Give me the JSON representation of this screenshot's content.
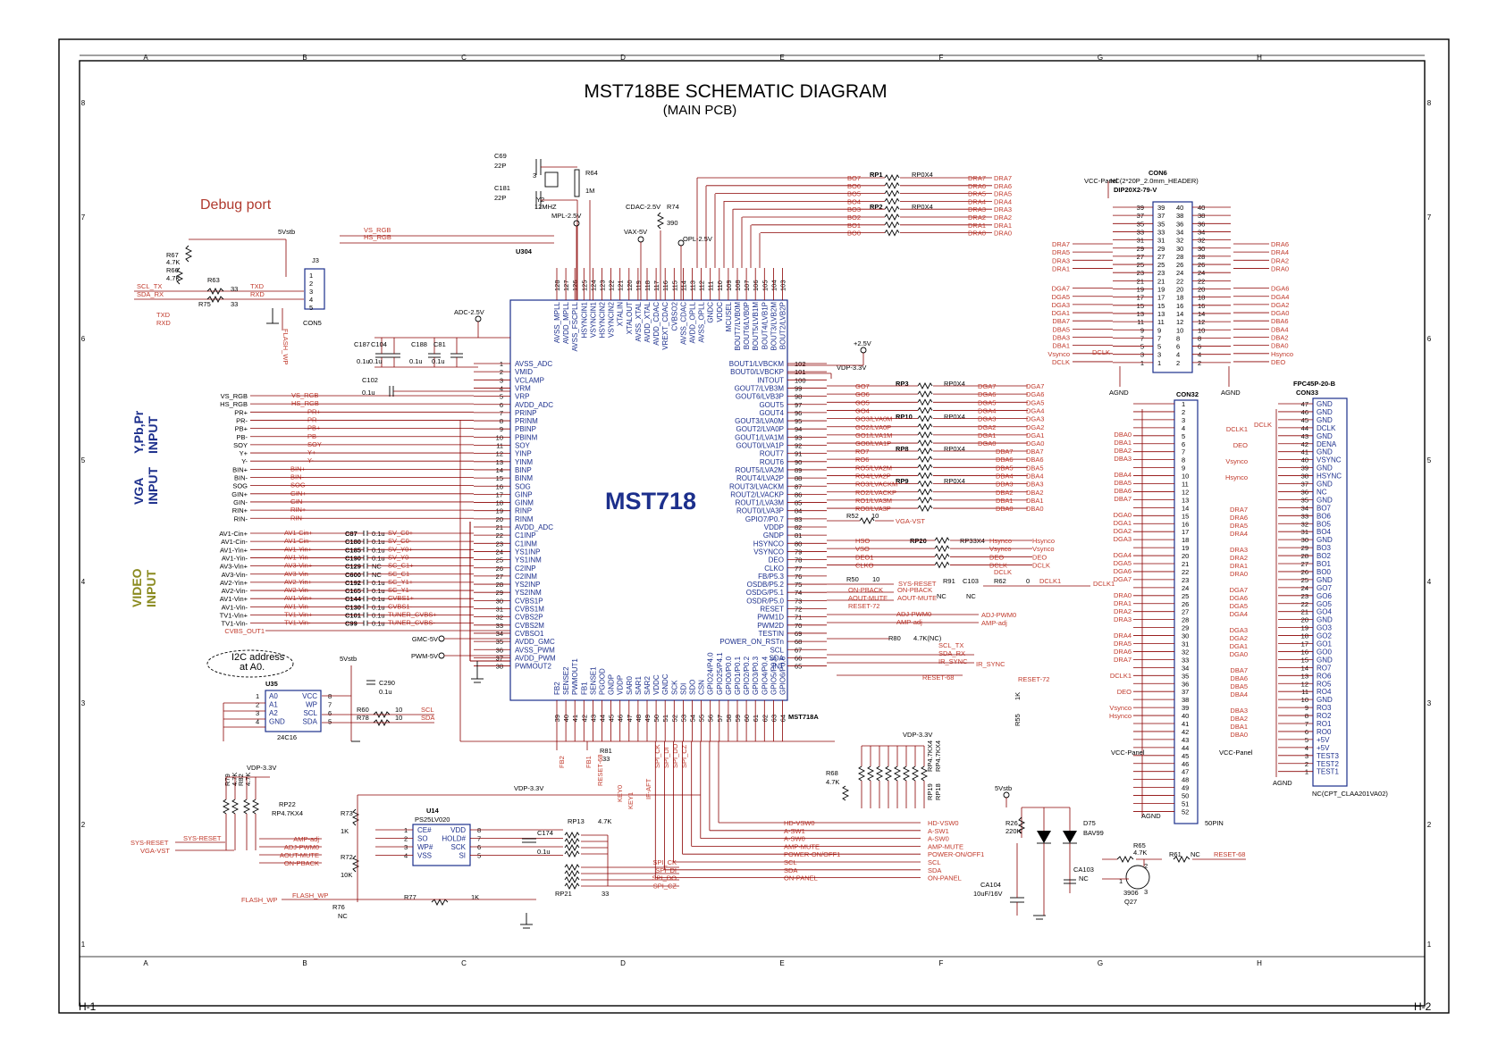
{
  "title": "MST718BE SCHEMATIC DIAGRAM",
  "subtitle": "(MAIN PCB)",
  "debug_port_label": "Debug port",
  "i2c_note": [
    "I2C address",
    "at A0."
  ],
  "section_labels": {
    "vga": [
      "VGA",
      "INPUT"
    ],
    "ypbpr": [
      "Y,Pb,Pr",
      "INPUT"
    ],
    "video": [
      "VIDEO",
      "INPUT"
    ]
  },
  "grid": {
    "columns": [
      "A",
      "B",
      "C",
      "D",
      "E",
      "F",
      "G",
      "H"
    ],
    "rows": [
      "8",
      "7",
      "6",
      "5",
      "4",
      "3",
      "2",
      "1"
    ],
    "corner_left": "H-1",
    "corner_right": "H-2"
  },
  "main_ic": {
    "name": "MST718",
    "ref": "U304",
    "part": "MST718A",
    "left_pins": [
      {
        "num": "1",
        "name": "AVSS_ADC"
      },
      {
        "num": "2",
        "name": "VMID"
      },
      {
        "num": "3",
        "name": "VCLAMP"
      },
      {
        "num": "4",
        "name": "VRM"
      },
      {
        "num": "5",
        "name": "VRP"
      },
      {
        "num": "6",
        "name": "AVDD_ADC"
      },
      {
        "num": "7",
        "name": "PRINP"
      },
      {
        "num": "8",
        "name": "PRINM"
      },
      {
        "num": "9",
        "name": "PBINP"
      },
      {
        "num": "10",
        "name": "PBINM"
      },
      {
        "num": "11",
        "name": "SOY"
      },
      {
        "num": "12",
        "name": "YINP"
      },
      {
        "num": "13",
        "name": "YINM"
      },
      {
        "num": "14",
        "name": "BINP"
      },
      {
        "num": "15",
        "name": "BINM"
      },
      {
        "num": "16",
        "name": "SOG"
      },
      {
        "num": "17",
        "name": "GINP"
      },
      {
        "num": "18",
        "name": "GINM"
      },
      {
        "num": "19",
        "name": "RINP"
      },
      {
        "num": "20",
        "name": "RINM"
      },
      {
        "num": "21",
        "name": "AVDD_ADC"
      },
      {
        "num": "22",
        "name": "C1INP"
      },
      {
        "num": "23",
        "name": "C1INM"
      },
      {
        "num": "24",
        "name": "YS1INP"
      },
      {
        "num": "25",
        "name": "YS1INM"
      },
      {
        "num": "26",
        "name": "C2INP"
      },
      {
        "num": "27",
        "name": "C2INM"
      },
      {
        "num": "28",
        "name": "YS2INP"
      },
      {
        "num": "29",
        "name": "YS2INM"
      },
      {
        "num": "30",
        "name": "CVBS1P"
      },
      {
        "num": "31",
        "name": "CVBS1M"
      },
      {
        "num": "32",
        "name": "CVBS2P"
      },
      {
        "num": "33",
        "name": "CVBS2M"
      },
      {
        "num": "34",
        "name": "CVBSO1"
      },
      {
        "num": "35",
        "name": "AVDD_GMC"
      },
      {
        "num": "36",
        "name": "AVSS_PWM"
      },
      {
        "num": "37",
        "name": "AVDD_PWM"
      },
      {
        "num": "38",
        "name": "PWMOUT2"
      }
    ],
    "right_pins": [
      {
        "num": "102",
        "name": "BOUT1/LVBCKM"
      },
      {
        "num": "101",
        "name": "BOUT0/LVBCKP"
      },
      {
        "num": "100",
        "name": "INTOUT"
      },
      {
        "num": "99",
        "name": "GOUT7/LVB3M"
      },
      {
        "num": "98",
        "name": "GOUT6/LVB3P"
      },
      {
        "num": "97",
        "name": "GOUT5"
      },
      {
        "num": "96",
        "name": "GOUT4"
      },
      {
        "num": "95",
        "name": "GOUT3/LVA0M"
      },
      {
        "num": "94",
        "name": "GOUT2/LVA0P"
      },
      {
        "num": "93",
        "name": "GOUT1/LVA1M"
      },
      {
        "num": "92",
        "name": "GOUT0/LVA1P"
      },
      {
        "num": "91",
        "name": "ROUT7"
      },
      {
        "num": "90",
        "name": "ROUT6"
      },
      {
        "num": "89",
        "name": "ROUT5/LVA2M"
      },
      {
        "num": "88",
        "name": "ROUT4/LVA2P"
      },
      {
        "num": "87",
        "name": "ROUT3/LVACKM"
      },
      {
        "num": "86",
        "name": "ROUT2/LVACKP"
      },
      {
        "num": "85",
        "name": "ROUT1/LVA3M"
      },
      {
        "num": "84",
        "name": "ROUT0/LVA3P"
      },
      {
        "num": "83",
        "name": "GPIO7/P0.7"
      },
      {
        "num": "82",
        "name": "VDDP"
      },
      {
        "num": "81",
        "name": "GNDP"
      },
      {
        "num": "80",
        "name": "HSYNCO"
      },
      {
        "num": "79",
        "name": "VSYNCO"
      },
      {
        "num": "78",
        "name": "DEO"
      },
      {
        "num": "77",
        "name": "CLKO"
      },
      {
        "num": "76",
        "name": "FB/P5.3"
      },
      {
        "num": "75",
        "name": "OSDB/P5.2"
      },
      {
        "num": "74",
        "name": "OSDG/P5.1"
      },
      {
        "num": "73",
        "name": "OSDR/P5.0"
      },
      {
        "num": "72",
        "name": "RESET"
      },
      {
        "num": "71",
        "name": "PWM1D"
      },
      {
        "num": "70",
        "name": "PWM2D"
      },
      {
        "num": "69",
        "name": "TESTIN"
      },
      {
        "num": "68",
        "name": "POWER_ON_RSTn"
      },
      {
        "num": "67",
        "name": "SCL"
      },
      {
        "num": "66",
        "name": "SDA"
      },
      {
        "num": "65",
        "name": "INT"
      }
    ],
    "top_pins": [
      {
        "num": "128",
        "name": "AVSS_MPLL"
      },
      {
        "num": "127",
        "name": "AVDD_MPLL"
      },
      {
        "num": "126",
        "name": "AVSS_FSCPLL"
      },
      {
        "num": "125",
        "name": "HSYNCIN1"
      },
      {
        "num": "124",
        "name": "VSYNCIN1"
      },
      {
        "num": "123",
        "name": "HSYNCIN2"
      },
      {
        "num": "122",
        "name": "VSYNCIN2"
      },
      {
        "num": "121",
        "name": "XTALIN"
      },
      {
        "num": "120",
        "name": "XTALOUT"
      },
      {
        "num": "119",
        "name": "AVSS_XTAL"
      },
      {
        "num": "118",
        "name": "AVDD_XTAL"
      },
      {
        "num": "117",
        "name": "AVDD_CDAC"
      },
      {
        "num": "116",
        "name": "VREXT_CDAC"
      },
      {
        "num": "115",
        "name": "CVBSO2"
      },
      {
        "num": "114",
        "name": "AVSS_CDAC"
      },
      {
        "num": "113",
        "name": "AVDD_OPLL"
      },
      {
        "num": "112",
        "name": "AVSS_OPLL"
      },
      {
        "num": "111",
        "name": "GNDC"
      },
      {
        "num": "110",
        "name": "VDDC"
      },
      {
        "num": "109",
        "name": "MCUSEL"
      },
      {
        "num": "108",
        "name": "BOUT7/LVB0M"
      },
      {
        "num": "107",
        "name": "BOUT6/LVB0P"
      },
      {
        "num": "106",
        "name": "BOUT5/LVB1M"
      },
      {
        "num": "105",
        "name": "BOUT4/LVB1P"
      },
      {
        "num": "104",
        "name": "BOUT3/LVB2M"
      },
      {
        "num": "103",
        "name": "BOUT2/LVB2P"
      }
    ],
    "bottom_pins": [
      {
        "num": "39",
        "name": "FB2"
      },
      {
        "num": "40",
        "name": "SENSE2"
      },
      {
        "num": "41",
        "name": "PWMOUT1"
      },
      {
        "num": "42",
        "name": "FB1"
      },
      {
        "num": "43",
        "name": "SENSE1"
      },
      {
        "num": "44",
        "name": "PGOOD"
      },
      {
        "num": "45",
        "name": "GNDP"
      },
      {
        "num": "46",
        "name": "VDDP"
      },
      {
        "num": "47",
        "name": "SAR0"
      },
      {
        "num": "48",
        "name": "SAR1"
      },
      {
        "num": "49",
        "name": "SAR2"
      },
      {
        "num": "50",
        "name": "VDDC"
      },
      {
        "num": "51",
        "name": "GNDC"
      },
      {
        "num": "52",
        "name": "SCK"
      },
      {
        "num": "53",
        "name": "SDI"
      },
      {
        "num": "54",
        "name": "SDO"
      },
      {
        "num": "55",
        "name": "CSN"
      },
      {
        "num": "56",
        "name": "GPIO24/P4.0"
      },
      {
        "num": "57",
        "name": "GPIO25/P4.1"
      },
      {
        "num": "58",
        "name": "GPIO0/P0.0"
      },
      {
        "num": "59",
        "name": "GPIO1/P0.1"
      },
      {
        "num": "60",
        "name": "GPIO2/P0.2"
      },
      {
        "num": "61",
        "name": "GPIO3/P0.3"
      },
      {
        "num": "62",
        "name": "GPIO4/P0.4"
      },
      {
        "num": "63",
        "name": "GPIO5/P0.5"
      },
      {
        "num": "64",
        "name": "GPIO6/P0.6"
      }
    ]
  },
  "vga_nets": [
    "VS_RGB",
    "HS_RGB",
    "PR+",
    "PR-",
    "PB+",
    "PB-",
    "SOY",
    "Y+",
    "Y-",
    "BIN+",
    "BIN-",
    "SOG",
    "GIN+",
    "GIN-",
    "RIN+",
    "RIN-"
  ],
  "av_nets": [
    "AV1-Cin+",
    "AV1-Cin-",
    "AV1-Yin+",
    "AV1-Yin-",
    "AV3-Vin+",
    "AV3-Vin-",
    "AV2-Yin+",
    "AV2-Vin-",
    "AV1-Vin+",
    "AV1-Vin-",
    "TV1-Vin+",
    "TV1-Vin-"
  ],
  "av_caps": [
    {
      "ref": "C87",
      "val": "0.1u",
      "net": "SV_C0+"
    },
    {
      "ref": "C180",
      "val": "0.1u",
      "net": "SV_C0-"
    },
    {
      "ref": "C185",
      "val": "0.1u",
      "net": "SV_Y0+"
    },
    {
      "ref": "C190",
      "val": "0.1u",
      "net": "SV_Y0-"
    },
    {
      "ref": "C129",
      "val": "NC",
      "net": "SC_C1+"
    },
    {
      "ref": "C600",
      "val": "NC",
      "net": "SC_C1-"
    },
    {
      "ref": "C192",
      "val": "0.1u",
      "net": "SC_Y1+"
    },
    {
      "ref": "C165",
      "val": "0.1u",
      "net": "SC_Y1-"
    },
    {
      "ref": "C144",
      "val": "0.1u",
      "net": "CVBS1+"
    },
    {
      "ref": "C130",
      "val": "0.1u",
      "net": "CVBS1-"
    },
    {
      "ref": "C101",
      "val": "0.1u",
      "net": "TUNER_CVBS+"
    },
    {
      "ref": "C99",
      "val": "0.1u",
      "net": "TUNER_CVBS-"
    }
  ],
  "cvbs_out": "CVBS_OUT1",
  "power_labels": {
    "gmc": "GMC-5V",
    "pwm": "PWM-5V",
    "adc": "ADC-2.5V",
    "mpl": "MPL-2.5V",
    "vax": "VAX-5V",
    "cdac": "CDAC-2.5V",
    "opl": "OPL-2.5V",
    "p25": "+2.5V",
    "vdp": "VDP-3.3V",
    "vstb": "5Vstb"
  },
  "decoupling": [
    {
      "ref": "C187",
      "val": "0.1u"
    },
    {
      "ref": "C104",
      "val": "0.1u"
    },
    {
      "ref": "C188",
      "val": "0.1u"
    },
    {
      "ref": "C81",
      "val": "0.1u"
    },
    {
      "ref": "C102",
      "val": "0.1u"
    }
  ],
  "crystal": {
    "c69": "C69",
    "c69v": "22P",
    "c181": "C181",
    "c181v": "22P",
    "y2": "Y2",
    "freq": "12MHZ",
    "r64": "R64",
    "r64v": "1M",
    "r74": "R74",
    "r74v": "390",
    "pin": "3"
  },
  "debug": {
    "j3": "J3",
    "con": "CON5",
    "pins": [
      "1",
      "2",
      "3",
      "4",
      "5"
    ],
    "vs": "VS_RGB",
    "hs": "HS_RGB",
    "scl": "SCL_TX",
    "sda": "SDA_RX",
    "txd": "TXD",
    "rxd": "RXD",
    "r67": "R67",
    "r67v": "4.7K",
    "r66": "R66",
    "r66v": "4.7K",
    "r63": "R63",
    "r63v": "33",
    "r75": "R75",
    "r75v": "33",
    "flash_wp": "FLASH_WP",
    "txd2": "TXD",
    "rxd2": "RXD"
  },
  "eeprom": {
    "ref": "U35",
    "part": "24C16",
    "pins_left": [
      "A0",
      "A1",
      "A2",
      "GND"
    ],
    "pins_right": [
      "VCC",
      "WP",
      "SCL",
      "SDA"
    ],
    "nums_left": [
      "1",
      "2",
      "3",
      "4"
    ],
    "nums_right": [
      "8",
      "7",
      "6",
      "5"
    ],
    "c290": "C290",
    "c290v": "0.1u",
    "r60": "R60",
    "r78": "R78",
    "rv": "10",
    "scl": "SCL",
    "sda": "SDA"
  },
  "flash": {
    "ref": "U14",
    "part": "PS25LV020",
    "pins_left": [
      "CE#",
      "SO",
      "WP#",
      "VSS"
    ],
    "pins_right": [
      "VDD",
      "HOLD#",
      "SCK",
      "SI"
    ],
    "nums_left": [
      "1",
      "2",
      "3",
      "4"
    ],
    "nums_right": [
      "8",
      "7",
      "6",
      "5"
    ],
    "r73": "R73",
    "r73v": "1K",
    "r72": "R72",
    "r72v": "10K",
    "c174": "C174",
    "c174v": "0.1u",
    "rp13": "RP13",
    "rp13v": "4.7K",
    "rp21": "RP21",
    "rp21v": "33",
    "spi": [
      "SPI_CK",
      "SPI_DI",
      "SPI_DO",
      "SPI_CZ"
    ],
    "r77": "R77",
    "r77v": "1K",
    "r76": "R76",
    "r76v": "NC",
    "flash_wp": "FLASH_WP"
  },
  "rp22": {
    "ref": "RP22",
    "val": "RP4.7KX4",
    "r79": "R79",
    "r79v": "4.7K",
    "r82": "R82",
    "r82v": "4.7K",
    "nets": [
      "AMP-adj",
      "ADJ-PWM0",
      "AOUT-MUTE",
      "ON-PBACK"
    ],
    "sysreset": "SYS-RESET",
    "vgavst": "VGA-VST"
  },
  "bottom_nets": [
    "SPI_CK",
    "SPI_DI",
    "SPI_DO",
    "SPI_CZ",
    "KEY0",
    "KEY1",
    "IF-AFT",
    "FB2",
    "FB1",
    "RESET-68"
  ],
  "r81": {
    "ref": "R81",
    "val": "33"
  },
  "rp_top": {
    "rp1": "RP1",
    "rp2": "RP2",
    "val": "RP0X4",
    "in": [
      "BO7",
      "BO6",
      "BO5",
      "BO4",
      "BO3",
      "BO2",
      "BO1",
      "BO0"
    ],
    "out": [
      "DRA7",
      "DRA6",
      "DRA5",
      "DRA4",
      "DRA3",
      "DRA2",
      "DRA1",
      "DRA0"
    ]
  },
  "rp_mid": {
    "rp3": "RP3",
    "rp10": "RP10",
    "rp8": "RP8",
    "rp9": "RP9",
    "val": "RP0X4",
    "go": [
      "GO7",
      "GO6",
      "GO5",
      "GO4",
      "GO3/LVA0M",
      "GO2/LVA0P",
      "GO1/LVA1M",
      "GO0/LVA1P"
    ],
    "dga": [
      "DGA7",
      "DGA6",
      "DGA5",
      "DGA4",
      "DGA3",
      "DGA2",
      "DGA1",
      "DGA0"
    ],
    "ro": [
      "RO7",
      "RO6",
      "RO5/LVA2M",
      "RO4/LVA2P",
      "RO3/LVACKM",
      "RO2/LVACKP",
      "RO1/LVA3M",
      "RO0/LVA3P"
    ],
    "dba": [
      "DBA7",
      "DBA6",
      "DBA5",
      "DBA4",
      "DBA3",
      "DBA2",
      "DBA1",
      "DBA0"
    ]
  },
  "sync": {
    "r52": "R52",
    "r52v": "10",
    "vgavst": "VGA-VST",
    "rp20": "RP20",
    "rp20v": "RP33X4",
    "in": [
      "HSO",
      "VSO",
      "DEO1",
      "CLKO"
    ],
    "out": [
      "Hsynco",
      "Vsynco",
      "DEO",
      "DCLK"
    ],
    "r50": "R50",
    "r50v": "10",
    "sysreset": "SYS-RESET",
    "onpback": "ON-PBACK",
    "aoutmute": "AOUT-MUTE",
    "reset72": "RESET-72",
    "r91": "R91",
    "r91v": "NC",
    "c103": "C103",
    "c103v": "NC",
    "r62": "R62",
    "r62v": "0",
    "dclk1": "DCLK1",
    "adjpwm": "ADJ-PWM0",
    "ampadj": "AMP-adj",
    "r80": "R80",
    "r80v": "4.7K(NC)",
    "scltx": "SCL_TX",
    "sdarx": "SDA_RX",
    "irsync": "IR_SYNC",
    "reset68": "RESET-68",
    "reset72b": "RESET-72",
    "r55": "R55",
    "r55v": "1K"
  },
  "gpio_nets": [
    "HD-VSW0",
    "A-SW1",
    "A-SW0",
    "AMP-MUTE",
    "POWER-ON/OFF1",
    "SCL",
    "SDA",
    "ON-PANEL"
  ],
  "rp_gpio": {
    "r68": "R68",
    "r68v": "4.7K",
    "rp19": "RP19",
    "rp18": "RP18",
    "val": "RP4.7KX4"
  },
  "reset_circuit": {
    "r26": "R26",
    "r26v": "220K",
    "d75": "D75",
    "d75v": "BAV99",
    "ca103": "CA103",
    "ca103v": "NC",
    "ca104": "CA104",
    "ca104v": "10uF/16V",
    "r65": "R65",
    "r65v": "4.7K",
    "r61": "R61",
    "r61v": "NC",
    "q27": "Q27",
    "q27v": "3906",
    "reset68": "RESET-68",
    "vstb": "5Vstb",
    "pins": [
      "1",
      "2",
      "3"
    ]
  },
  "con6": {
    "ref": "CON6",
    "desc": "NC(2*20P_2.0mm_HEADER)",
    "part": "DIP20X2-79-V",
    "vcc": "VCC-Panel",
    "agnd": "AGND",
    "left_nets": [
      "DRA7",
      "DRA5",
      "DRA3",
      "DRA1",
      "DGA7",
      "DGA5",
      "DGA3",
      "DGA1",
      "DBA7",
      "DBA5",
      "DBA3",
      "DBA1",
      "Vsynco",
      "DCLK"
    ],
    "right_nets": [
      "DRA6",
      "DRA4",
      "DRA2",
      "DRA0",
      "DGA6",
      "DGA4",
      "DGA2",
      "DGA0",
      "DBA6",
      "DBA4",
      "DBA2",
      "DBA0",
      "Hsynco",
      "DEO"
    ],
    "dclk_inner": "DCLK"
  },
  "con32": {
    "ref": "CON32",
    "part": "50PIN",
    "vcc": "VCC-Panel",
    "agnd": "AGND",
    "nets": [
      "DBA0",
      "DBA1",
      "DBA2",
      "DBA3",
      "DBA4",
      "DBA5",
      "DBA6",
      "DBA7",
      "DGA0",
      "DGA1",
      "DGA2",
      "DGA3",
      "DGA4",
      "DGA5",
      "DGA6",
      "DGA7",
      "DRA0",
      "DRA1",
      "DRA2",
      "DRA3",
      "DRA4",
      "DRA5",
      "DRA6",
      "DRA7",
      "DCLK1",
      "DEO",
      "Vsynco",
      "Hsynco"
    ]
  },
  "con33": {
    "ref": "CON33",
    "part": "FPC45P-20-B",
    "note": "NC(CPT_CLAA201VA02)",
    "vcc": "VCC-Panel",
    "agnd": "AGND",
    "names": [
      "GND",
      "GND",
      "GND",
      "DCLK",
      "GND",
      "DENA",
      "GND",
      "VSYNC",
      "GND",
      "HSYNC",
      "GND",
      "NC",
      "GND",
      "BO7",
      "BO6",
      "BO5",
      "BO4",
      "GND",
      "BO3",
      "BO2",
      "BO1",
      "BO0",
      "GND",
      "GO7",
      "GO6",
      "GO5",
      "GO4",
      "GND",
      "GO3",
      "GO2",
      "GO1",
      "GO0",
      "GND",
      "RO7",
      "RO6",
      "RO5",
      "RO4",
      "GND",
      "RO3",
      "RO2",
      "RO1",
      "RO0",
      "+5V",
      "+5V",
      "TEST3",
      "TEST2",
      "TEST1"
    ],
    "left_nets": [
      "DCLK1",
      "DEO",
      "Vsynco",
      "Hsynco",
      "DRA7",
      "DRA6",
      "DRA5",
      "DRA4",
      "DRA3",
      "DRA2",
      "DRA1",
      "DRA0",
      "DGA7",
      "DGA6",
      "DGA5",
      "DGA4",
      "DGA3",
      "DGA2",
      "DGA1",
      "DGA0",
      "DBA7",
      "DBA6",
      "DBA5",
      "DBA4",
      "DBA3",
      "DBA2",
      "DBA1",
      "DBA0"
    ],
    "dclk_inner": "DCLK"
  },
  "colors": {
    "wire": "#8b0000",
    "net": "#c0392b",
    "body": "#1c2f8c",
    "ink": "#000000"
  }
}
